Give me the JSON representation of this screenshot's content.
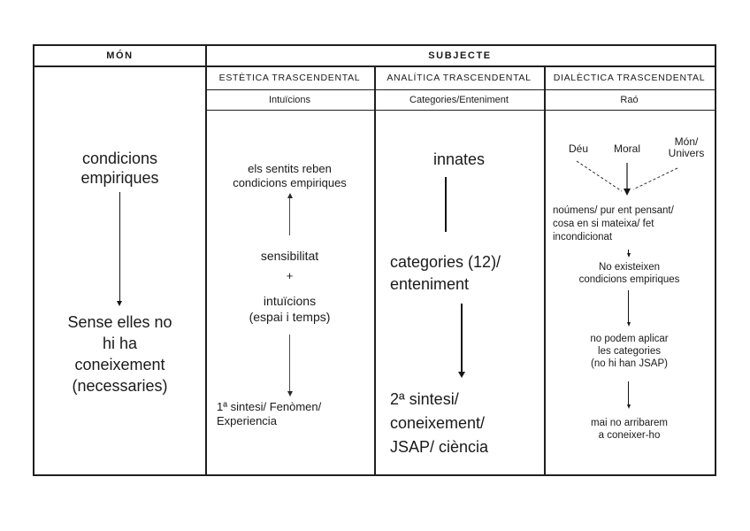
{
  "table": {
    "header_row": {
      "mon": "MÓN",
      "subjecte": "SUBJECTE"
    },
    "subheaders": [
      {
        "title": "ESTÈTICA TRASCENDENTAL",
        "subtitle": "Intuïcions"
      },
      {
        "title": "ANALÍTICA TRASCENDENTAL",
        "subtitle": "Categories/Enteniment"
      },
      {
        "title": "DIALÈCTICA TRASCENDENTAL",
        "subtitle": "Raó"
      }
    ],
    "mon": {
      "top": "condicions\nempiriques",
      "bottom": "Sense elles no\nhi ha\nconeixement\n(necessaries)"
    },
    "estetica": {
      "node1": "els sentits reben\ncondicions empiriques",
      "node2": "sensibilitat",
      "plus": "+",
      "node3": "intuïcions\n(espai i temps)",
      "node4": "1ª sintesi/ Fenòmen/\nExperiencia"
    },
    "analitica": {
      "node1": "innates",
      "node2": "categories (12)/\nenteniment",
      "node3": "2ª sintesi/\nconeixement/\nJSAP/ ciència"
    },
    "dialectica": {
      "label1": "Déu",
      "label2": "Moral",
      "label3": "Món/\nUnivers",
      "node1": "noúmens/ pur ent pensant/\ncosa en si mateixa/ fet\nincondicionat",
      "node2": "No existeixen\ncondicions empiriques",
      "node3": "no podem aplicar\nles categories\n(no hi han JSAP)",
      "node4": "mai no arribarem\na coneixer-ho"
    }
  },
  "colors": {
    "ink": "#1a1a1a",
    "background": "#ffffff"
  }
}
